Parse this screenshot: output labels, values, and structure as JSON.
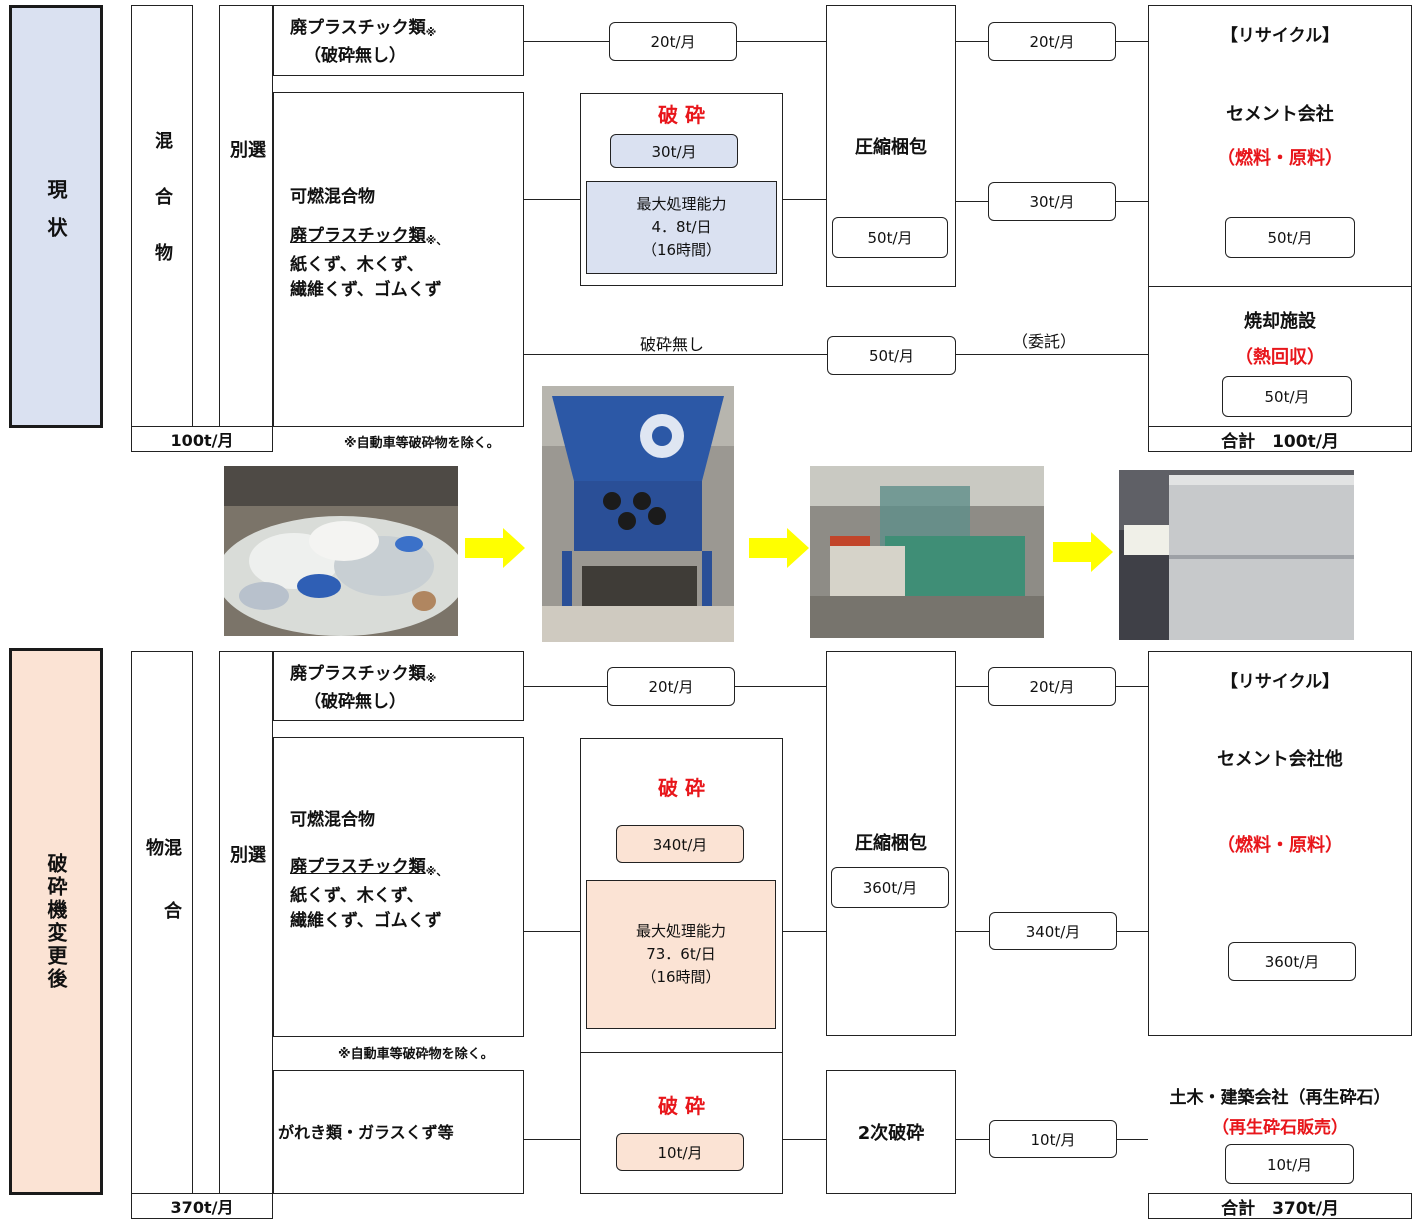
{
  "current": {
    "side_label": "現状",
    "mixed": "混合物",
    "sorted": "選別",
    "waste1_line1": "廃プラスチック類",
    "waste1_mark": "※",
    "waste1_line2": "（破砕無し）",
    "waste2_title": "可燃混合物",
    "waste2_plastic": "廃プラスチック類",
    "waste2_mark": "※、",
    "waste2_line2": "紙くず、木くず、",
    "waste2_line3": "繊維くず、ゴムくず",
    "flow1": "20t/月",
    "crush_title": "破 砕",
    "crush_amount": "30t/月",
    "capacity_label": "最大処理能力",
    "capacity_value": "4．8t/日",
    "capacity_hours": "（16時間）",
    "no_crush": "破砕無し",
    "no_crush_amount": "50t/月",
    "compress_title": "圧縮梱包",
    "compress_amount": "50t/月",
    "out1": "20t/月",
    "out2": "30t/月",
    "entrust": "（委託）",
    "recycle_title": "【リサイクル】",
    "recycle_company": "セメント会社",
    "recycle_use": "（燃料・原料）",
    "recycle_amount": "50t/月",
    "incin_title": "焼却施設",
    "incin_use": "（熱回収）",
    "incin_amount": "50t/月",
    "total_in": "100t/月",
    "note": "※自動車等破砕物を除く。",
    "total_out": "合計　100t/月"
  },
  "after": {
    "side_label": "破砕機変更後",
    "mixed": "混合物",
    "sorted": "選別",
    "waste1_line1": "廃プラスチック類",
    "waste1_mark": "※",
    "waste1_line2": "（破砕無し）",
    "waste2_title": "可燃混合物",
    "waste2_plastic": "廃プラスチック類",
    "waste2_mark": "※、",
    "waste2_line2": "紙くず、木くず、",
    "waste2_line3": "繊維くず、ゴムくず",
    "note": "※自動車等破砕物を除く。",
    "waste3": "がれき類・ガラスくず等",
    "flow1": "20t/月",
    "crush_title": "破 砕",
    "crush_amount": "340t/月",
    "capacity_label": "最大処理能力",
    "capacity_value": "73．6t/日",
    "capacity_hours": "（16時間）",
    "crush2_title": "破 砕",
    "crush2_amount": "10t/月",
    "compress_title": "圧縮梱包",
    "compress_amount": "360t/月",
    "second_crush": "2次破砕",
    "out1": "20t/月",
    "out2": "340t/月",
    "out3": "10t/月",
    "recycle_title": "【リサイクル】",
    "recycle_company": "セメント会社他",
    "recycle_use": "（燃料・原料）",
    "recycle_amount": "360t/月",
    "civil_title": "土木・建築会社（再生砕石）",
    "civil_use": "（再生砕石販売）",
    "civil_amount": "10t/月",
    "total_in": "370t/月",
    "total_out": "合計　370t/月"
  },
  "colors": {
    "current_fill": "#dae1f1",
    "after_fill": "#fbe3d4",
    "accent_red": "#e8161b",
    "arrow_yellow": "#ffff00"
  },
  "photos": [
    "waste-pile-photo",
    "shredder-photo",
    "baler-photo",
    "bale-photo"
  ]
}
